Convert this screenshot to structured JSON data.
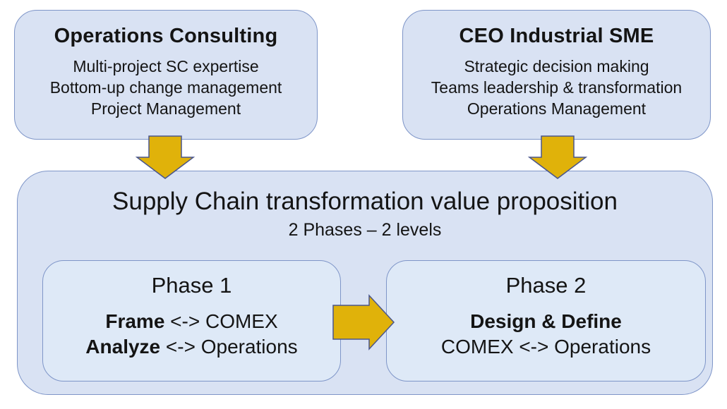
{
  "sources": [
    {
      "title": "Operations Consulting",
      "items": [
        "Multi-project SC expertise",
        "Bottom-up change management",
        "Project Management"
      ]
    },
    {
      "title": "CEO Industrial SME",
      "items": [
        "Strategic decision making",
        "Teams leadership & transformation",
        "Operations Management"
      ]
    }
  ],
  "proposition": {
    "title": "Supply Chain transformation value proposition",
    "subtitle": "2 Phases – 2 levels",
    "phases": [
      {
        "title": "Phase 1",
        "line1_bold": "Frame",
        "line1_rest": " <-> COMEX",
        "line2_bold": "Analyze",
        "line2_rest": " <-> Operations"
      },
      {
        "title": "Phase 2",
        "line1_bold": "Design & Define",
        "line1_rest": "",
        "line2_bold": "",
        "line2_rest": "COMEX <-> Operations"
      }
    ]
  },
  "icons": {
    "down_arrow_left": "down-arrow",
    "down_arrow_right": "down-arrow",
    "right_arrow": "right-arrow"
  },
  "colors": {
    "box_fill": "#d9e2f3",
    "phase_box_fill": "#dee9f7",
    "box_border": "#7e95c8",
    "arrow_fill": "#e0b20a",
    "arrow_border": "#4a568c",
    "text": "#141414",
    "background": "#ffffff"
  }
}
